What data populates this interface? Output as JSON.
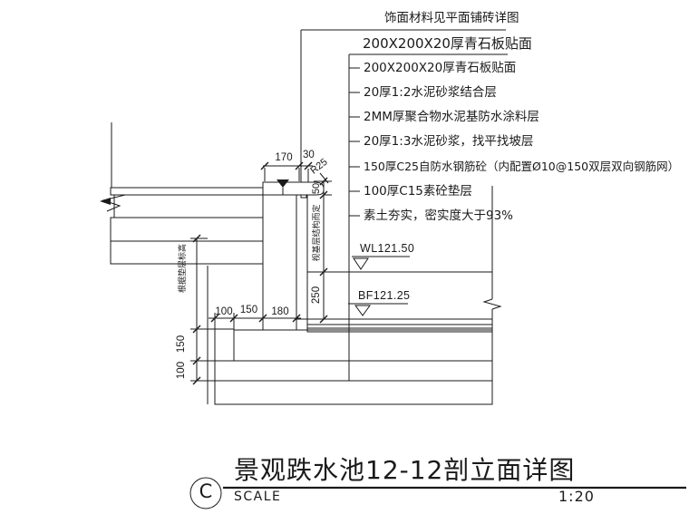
{
  "colors": {
    "line": "#1a1a1a",
    "bg": "#ffffff"
  },
  "callouts": {
    "top_note": "饰面材料见平面铺砖详图",
    "coping_note": "200X200X20厚青石板贴面",
    "layers": [
      {
        "text": "200X200X20厚青石板贴面"
      },
      {
        "text": "20厚1:2水泥砂浆结合层"
      },
      {
        "text": "2MM厚聚合物水泥基防水涂料层"
      },
      {
        "text": "20厚1:3水泥砂浆，找平找坡层"
      },
      {
        "text": "150厚C25自防水钢筋砼（内配置Ø10@150双层双向钢筋网）"
      },
      {
        "text": "100厚C15素砼垫层"
      },
      {
        "text": "素土夯实，密实度大于93%"
      }
    ]
  },
  "levels": {
    "water": "WL121.50",
    "basin_floor": "BF121.25"
  },
  "dimensions": {
    "coping_width": "170",
    "nose": "30",
    "radius": "R25",
    "coping_thickness": "50",
    "pool_depth": "250",
    "footing_offset": "100",
    "footing_left": "150",
    "wall_width": "180",
    "footing_height": "150",
    "cushion_height": "100"
  },
  "notes": {
    "left_vertical": "根据垫层标高",
    "pool_vertical": "视基层结构而定"
  },
  "titleblock": {
    "ref": "C",
    "title": "景观跌水池12-12剖立面详图",
    "scale_label": "SCALE",
    "scale_value": "1:20"
  }
}
